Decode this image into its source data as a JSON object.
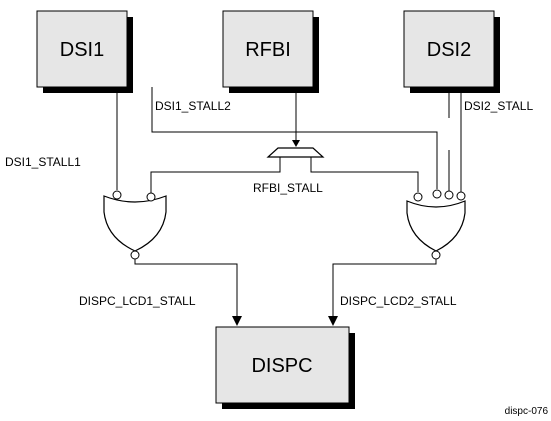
{
  "blocks": {
    "dsi1": "DSI1",
    "rfbi": "RFBI",
    "dsi2": "DSI2",
    "dispc": "DISPC"
  },
  "signals": {
    "dsi1_stall1": "DSI1_STALL1",
    "dsi1_stall2": "DSI1_STALL2",
    "dsi2_stall": "DSI2_STALL",
    "rfbi_stall": "RFBI_STALL",
    "dispc_lcd1_stall": "DISPC_LCD1_STALL",
    "dispc_lcd2_stall": "DISPC_LCD2_STALL"
  },
  "figure_id": "dispc-076"
}
